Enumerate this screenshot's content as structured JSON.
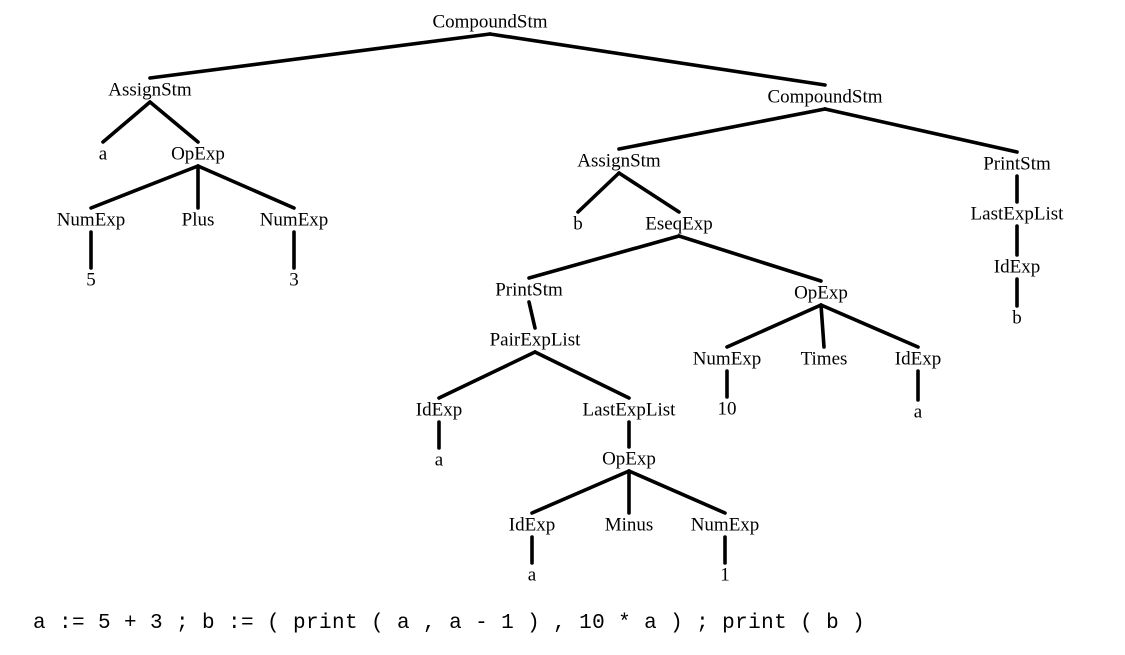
{
  "tree": {
    "nodes": [
      {
        "id": "n_root",
        "label": "CompoundStm"
      },
      {
        "id": "n_assign_a",
        "label": "AssignStm"
      },
      {
        "id": "n_a1",
        "label": "a"
      },
      {
        "id": "n_opexp1",
        "label": "OpExp"
      },
      {
        "id": "n_numexp5",
        "label": "NumExp"
      },
      {
        "id": "n_plus",
        "label": "Plus"
      },
      {
        "id": "n_numexp3",
        "label": "NumExp"
      },
      {
        "id": "n_5",
        "label": "5"
      },
      {
        "id": "n_3",
        "label": "3"
      },
      {
        "id": "n_compound2",
        "label": "CompoundStm"
      },
      {
        "id": "n_assign_b",
        "label": "AssignStm"
      },
      {
        "id": "n_b1",
        "label": "b"
      },
      {
        "id": "n_eseq",
        "label": "EseqExp"
      },
      {
        "id": "n_print1",
        "label": "PrintStm"
      },
      {
        "id": "n_pairexplist",
        "label": "PairExpList"
      },
      {
        "id": "n_idexp_a1",
        "label": "IdExp"
      },
      {
        "id": "n_a2",
        "label": "a"
      },
      {
        "id": "n_lastexplist1",
        "label": "LastExpList"
      },
      {
        "id": "n_opexp2",
        "label": "OpExp"
      },
      {
        "id": "n_idexp_a2",
        "label": "IdExp"
      },
      {
        "id": "n_minus",
        "label": "Minus"
      },
      {
        "id": "n_numexp1",
        "label": "NumExp"
      },
      {
        "id": "n_a3",
        "label": "a"
      },
      {
        "id": "n_1",
        "label": "1"
      },
      {
        "id": "n_opexp3",
        "label": "OpExp"
      },
      {
        "id": "n_numexp10",
        "label": "NumExp"
      },
      {
        "id": "n_times",
        "label": "Times"
      },
      {
        "id": "n_idexp_a3",
        "label": "IdExp"
      },
      {
        "id": "n_10",
        "label": "10"
      },
      {
        "id": "n_a4",
        "label": "a"
      },
      {
        "id": "n_print2",
        "label": "PrintStm"
      },
      {
        "id": "n_lastexplist2",
        "label": "LastExpList"
      },
      {
        "id": "n_idexp_b",
        "label": "IdExp"
      },
      {
        "id": "n_b2",
        "label": "b"
      }
    ],
    "edges": [
      [
        "n_root",
        "n_assign_a"
      ],
      [
        "n_root",
        "n_compound2"
      ],
      [
        "n_assign_a",
        "n_a1"
      ],
      [
        "n_assign_a",
        "n_opexp1"
      ],
      [
        "n_opexp1",
        "n_numexp5"
      ],
      [
        "n_opexp1",
        "n_plus"
      ],
      [
        "n_opexp1",
        "n_numexp3"
      ],
      [
        "n_numexp5",
        "n_5"
      ],
      [
        "n_numexp3",
        "n_3"
      ],
      [
        "n_compound2",
        "n_assign_b"
      ],
      [
        "n_compound2",
        "n_print2"
      ],
      [
        "n_assign_b",
        "n_b1"
      ],
      [
        "n_assign_b",
        "n_eseq"
      ],
      [
        "n_eseq",
        "n_print1"
      ],
      [
        "n_eseq",
        "n_opexp3"
      ],
      [
        "n_print1",
        "n_pairexplist"
      ],
      [
        "n_pairexplist",
        "n_idexp_a1"
      ],
      [
        "n_pairexplist",
        "n_lastexplist1"
      ],
      [
        "n_idexp_a1",
        "n_a2"
      ],
      [
        "n_lastexplist1",
        "n_opexp2"
      ],
      [
        "n_opexp2",
        "n_idexp_a2"
      ],
      [
        "n_opexp2",
        "n_minus"
      ],
      [
        "n_opexp2",
        "n_numexp1"
      ],
      [
        "n_idexp_a2",
        "n_a3"
      ],
      [
        "n_numexp1",
        "n_1"
      ],
      [
        "n_opexp3",
        "n_numexp10"
      ],
      [
        "n_opexp3",
        "n_times"
      ],
      [
        "n_opexp3",
        "n_idexp_a3"
      ],
      [
        "n_numexp10",
        "n_10"
      ],
      [
        "n_idexp_a3",
        "n_a4"
      ],
      [
        "n_print2",
        "n_lastexplist2"
      ],
      [
        "n_lastexplist2",
        "n_idexp_b"
      ],
      [
        "n_idexp_b",
        "n_b2"
      ]
    ]
  },
  "program_text": "a := 5 + 3 ; b := ( print ( a , a - 1 ) , 10 * a ) ; print ( b )"
}
